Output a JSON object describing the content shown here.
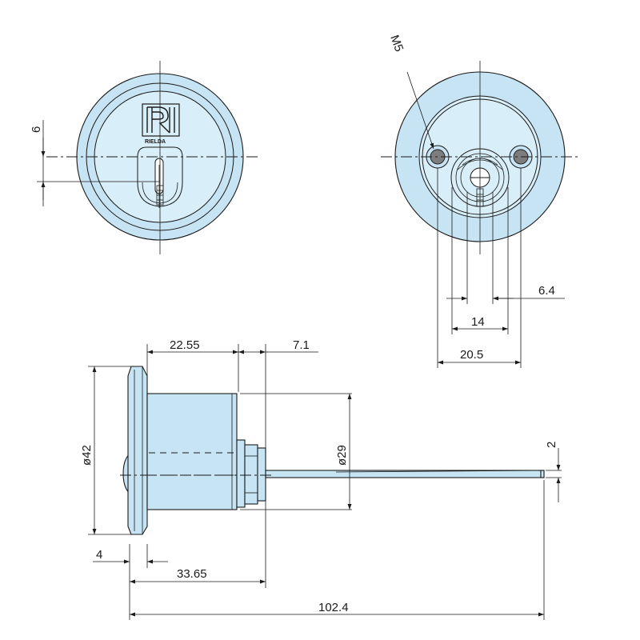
{
  "drawing": {
    "logo": {
      "text": "RIELDA"
    },
    "accent_color": "#e10f14",
    "part_color": "#c6e4f3",
    "dimensions": {
      "key_offset": "6",
      "screw_thread": "M5",
      "offset_6_4": "6.4",
      "width_14": "14",
      "width_20_5": "20.5",
      "length_22_55": "22.55",
      "length_7_1": "7.1",
      "diameter_42": "ø42",
      "diameter_29": "ø29",
      "cam_thickness": "2",
      "flange_4": "4",
      "length_33_65": "33.65",
      "total_102_4": "102.4"
    }
  }
}
